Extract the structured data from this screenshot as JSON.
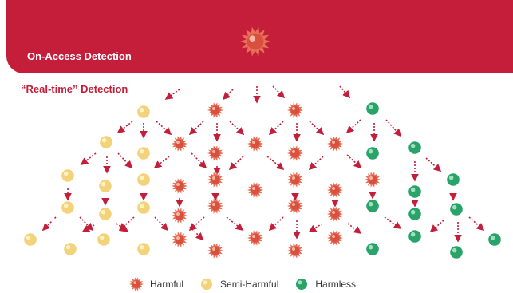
{
  "banner": {
    "title": "On-Access Detection"
  },
  "subtitle": "“Real-time” Detection",
  "legend": [
    {
      "type": "harmful",
      "label": "Harmful"
    },
    {
      "type": "semi",
      "label": "Semi-Harmful"
    },
    {
      "type": "harmless",
      "label": "Harmless"
    }
  ],
  "colors": {
    "banner": "#c41e3a",
    "arrow": "#c41e3a",
    "harmful": "#e8705a",
    "semi": "#f2d27a",
    "harmless": "#2aa36a"
  },
  "icons": {
    "harmful": "spiky-virus-icon",
    "semi": "yellow-sphere-icon",
    "harmless": "green-sphere-icon"
  }
}
